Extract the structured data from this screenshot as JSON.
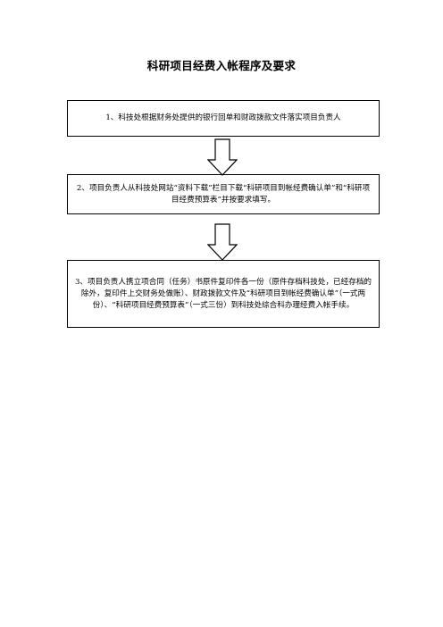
{
  "document": {
    "title": "科研项目经费入帐程序及要求",
    "steps": [
      {
        "text": "1、科技处根据财务处提供的银行回单和财政拨款文件落实项目负责人"
      },
      {
        "text": "2、项目负责人从科技处网站“资料下载”栏目下载“科研项目到帐经费确认单”和“科研项目经费预算表”并按要求填写。"
      },
      {
        "text": "3、项目负责人携立项合同（任务）书原件复印件各一份（原件存档科技处，已经存档的除外，复印件上交财务处做账）、财政拨款文件及“科研项目到帐经费确认单”（一式两份）、“科研项目经费预算表”（一式三份）到科技处综合科办理经费入帐手续。"
      }
    ],
    "arrow_icon": "down-arrow-icon"
  }
}
